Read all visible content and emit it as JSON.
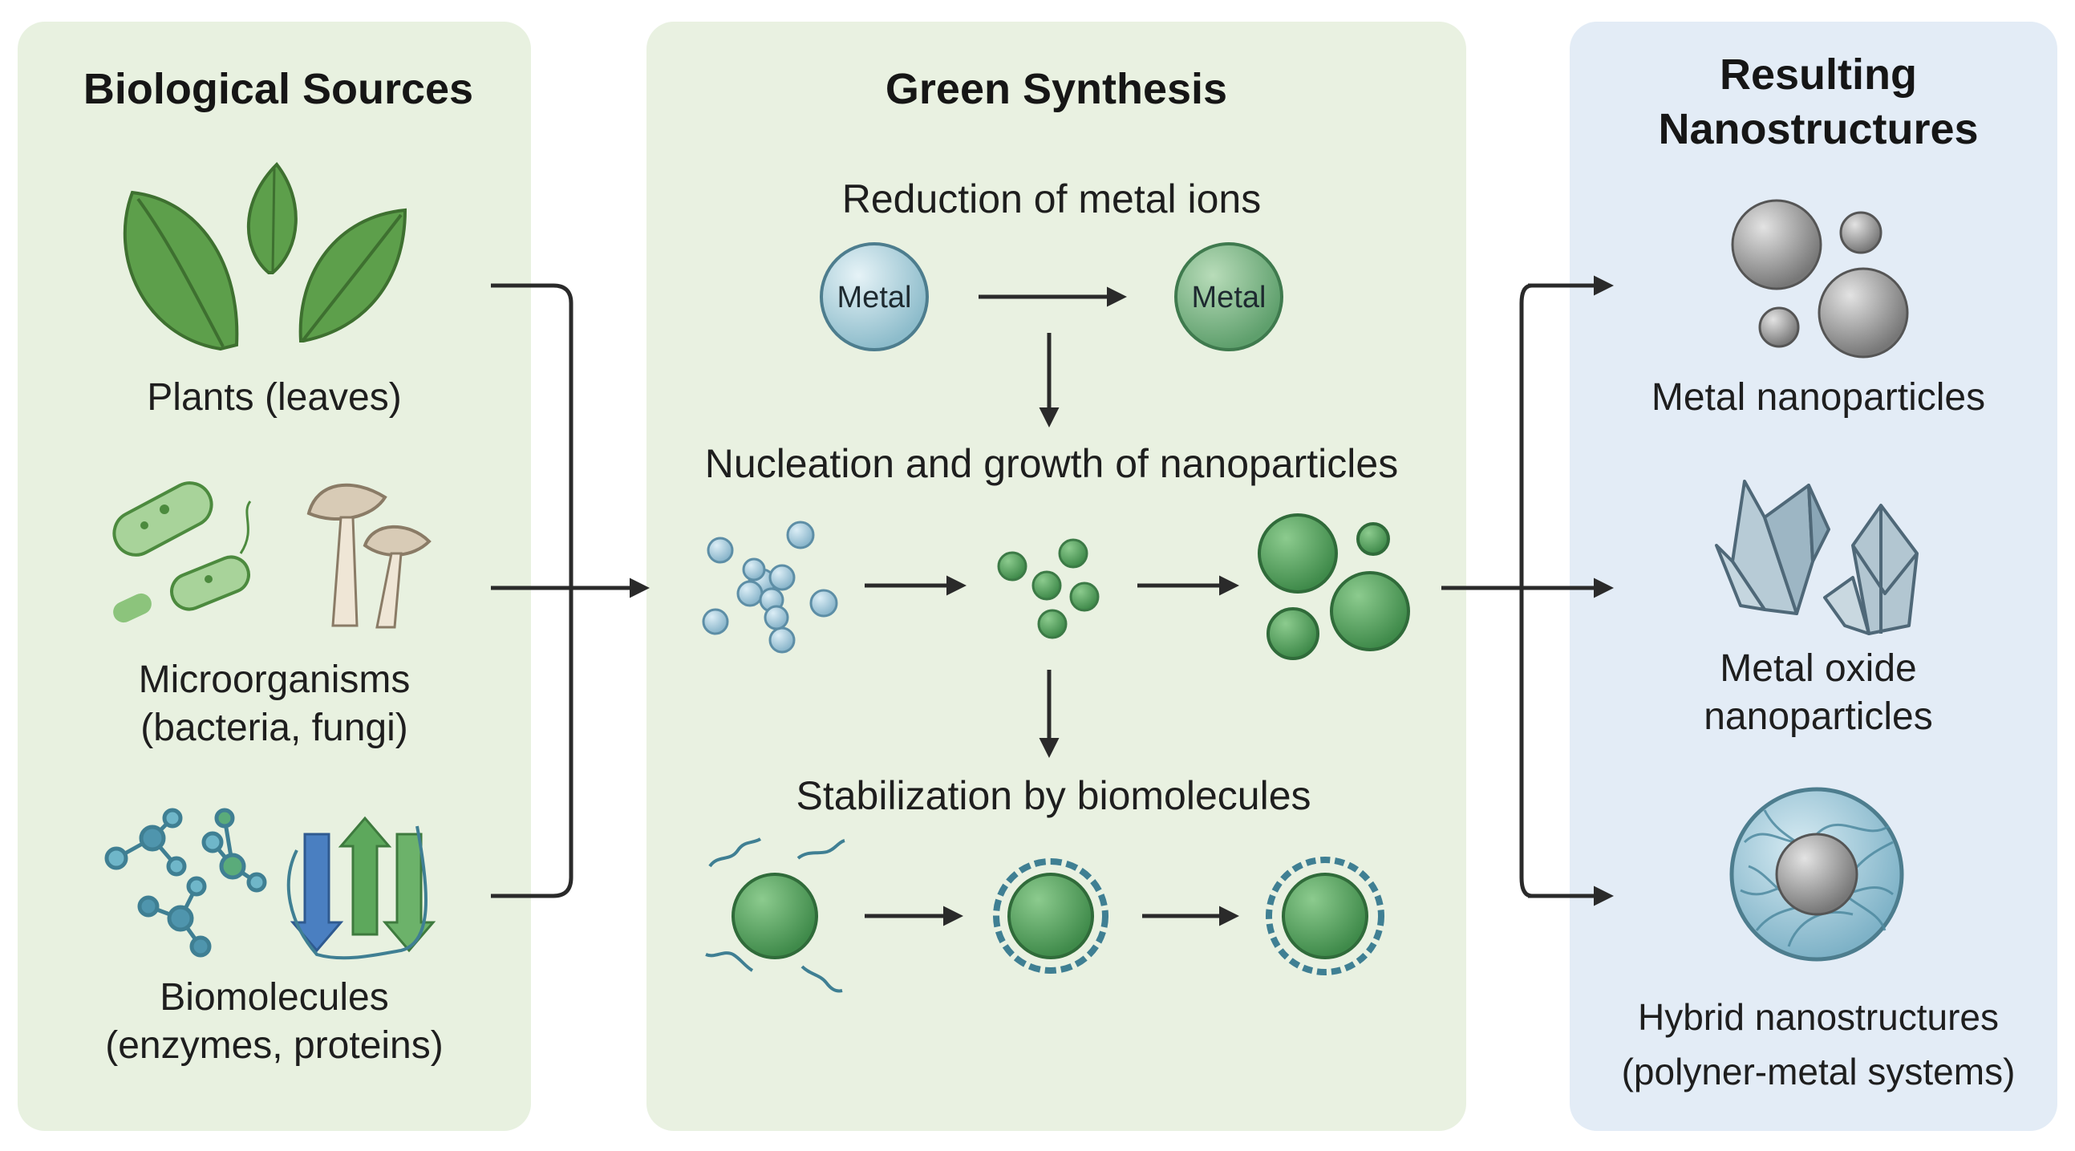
{
  "columns": {
    "sources": {
      "title": "Biological Sources",
      "items": [
        {
          "label": "Plants (leaves)"
        },
        {
          "label_line1": "Microorganisms",
          "label_line2": "(bacteria, fungi)"
        },
        {
          "label_line1": "Biomolecules",
          "label_line2": "(enzymes, proteins)"
        }
      ]
    },
    "synthesis": {
      "title": "Green Synthesis",
      "steps": [
        {
          "label": "Reduction of metal ions",
          "ball_label": "Metal"
        },
        {
          "label": "Nucleation and growth of nanoparticles"
        },
        {
          "label": "Stabilization by biomolecules"
        }
      ]
    },
    "results": {
      "title_line1": "Resulting",
      "title_line2": "Nanostructures",
      "items": [
        {
          "label": "Metal nanoparticles"
        },
        {
          "label_line1": "Metal oxide",
          "label_line2": "nanoparticles"
        },
        {
          "label_line1": "Hybrid nanostructures",
          "label_line2": "(polyner-metal systems)"
        }
      ]
    }
  },
  "colors": {
    "sources_bg": "#e8f1e0",
    "synthesis_bg": "#e9f1e1",
    "results_bg": "#e3ecf6",
    "arrow": "#2a2a2a",
    "leaf_green": "#5a9a48",
    "metal_blue": "#a9cfd9",
    "metal_green": "#6fae7a",
    "nanoparticle_green": "#4f9a58",
    "nanoparticle_blue": "#9ec6dc",
    "gray_sphere": "#8e8e8e",
    "crystal": "#9fb6c4"
  },
  "icons": [
    "leaves-icon",
    "bacteria-icon",
    "mushroom-icon",
    "molecule-icon",
    "protein-icon",
    "metal-ion-icon",
    "nanoparticle-cluster-icon",
    "stabilized-particle-icon",
    "metal-sphere-icon",
    "crystal-icon",
    "hybrid-sphere-icon"
  ]
}
